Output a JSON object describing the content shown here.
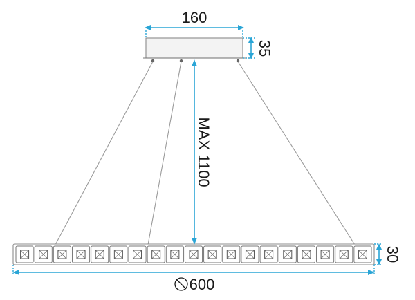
{
  "dimensions": {
    "canopy_width": "160",
    "canopy_height": "35",
    "max_drop": "MAX 1100",
    "fixture_height": "30",
    "diameter": "600",
    "diameter_symbol": "⦸"
  },
  "crystals": {
    "count": 19
  },
  "colors": {
    "dimension": "#2aa5d6",
    "wire": "#9a9a9a",
    "outline": "#777777"
  }
}
